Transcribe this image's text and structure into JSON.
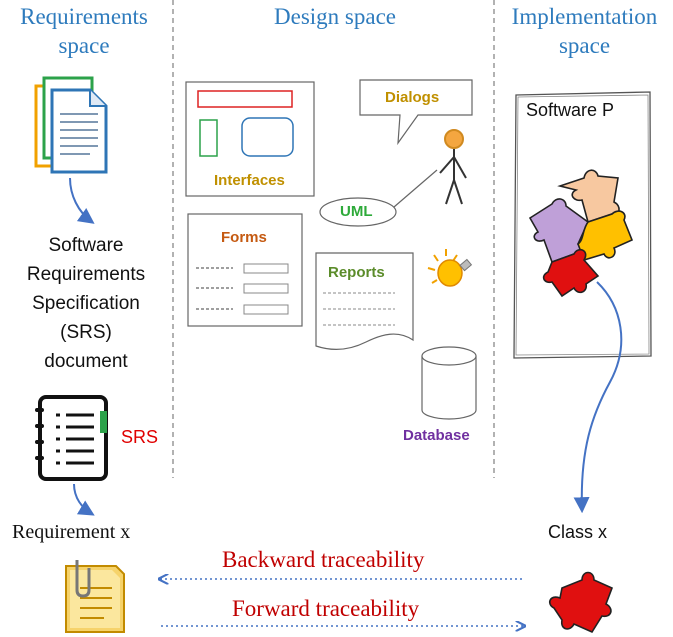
{
  "headers": {
    "requirements": "Requirements space",
    "design": "Design space",
    "implementation": "Implementation space"
  },
  "requirements": {
    "srs_document": [
      "Software",
      "Requirements",
      "Specification",
      "(SRS)",
      "document"
    ],
    "srs_label": "SRS",
    "requirement_item": "Requirement x"
  },
  "design": {
    "dialogs": "Dialogs",
    "interfaces": "Interfaces",
    "uml": "UML",
    "forms": "Forms",
    "reports": "Reports",
    "database": "Database"
  },
  "implementation": {
    "software": "Software P",
    "class_item": "Class x"
  },
  "traceability": {
    "backward": "Backward traceability",
    "forward": "Forward traceability"
  },
  "colors": {
    "header": "#2e7bbd",
    "arrow": "#4472c4",
    "traceability_text": "#c00000",
    "srs_red": "#e00000",
    "interfaces": "#c09000",
    "dialogs": "#c09000",
    "uml": "#2eaa3a",
    "forms": "#c55a11",
    "reports": "#5b8c2a",
    "database": "#7030a0"
  }
}
